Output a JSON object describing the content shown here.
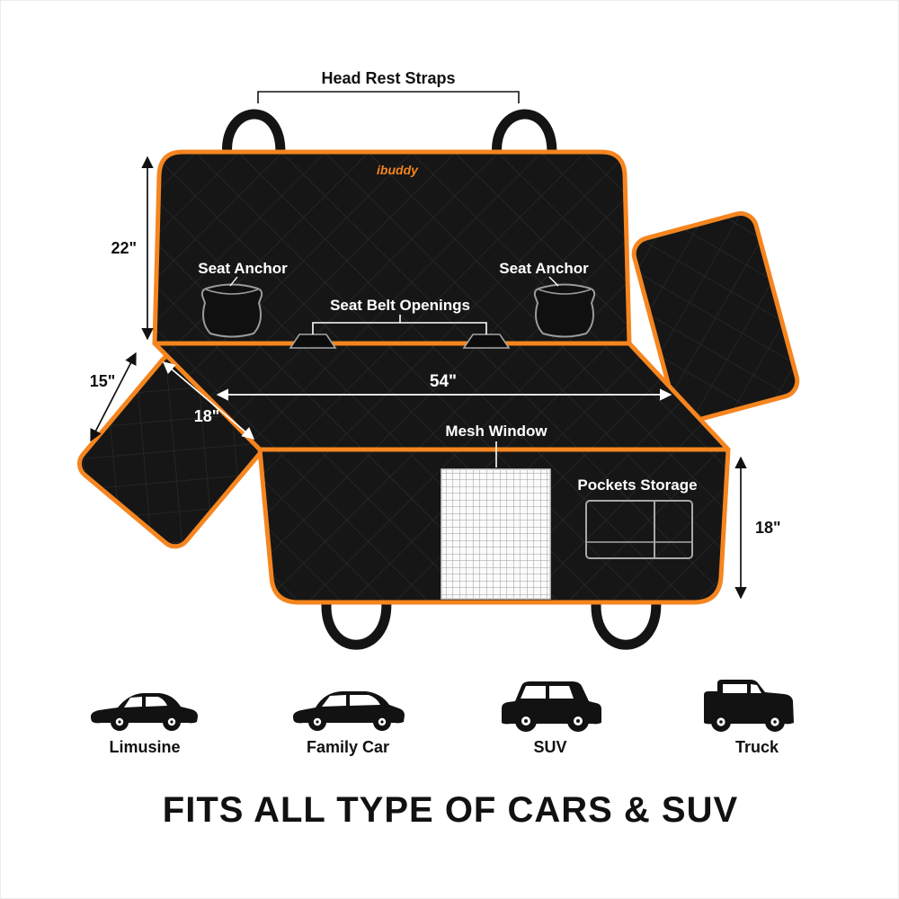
{
  "diagram": {
    "labels": {
      "head_rest_straps": "Head Rest Straps",
      "seat_anchor": "Seat Anchor",
      "seat_belt_openings": "Seat Belt Openings",
      "mesh_window": "Mesh Window",
      "pockets_storage": "Pockets Storage",
      "brand": "ibuddy"
    },
    "dimensions": {
      "back_height": "22\"",
      "side_flap_depth": "15\"",
      "flap_width": "18\"",
      "seat_width": "54\"",
      "rear_height": "18\""
    },
    "colors": {
      "cover_black": "#161616",
      "trim_orange": "#f5851f",
      "label_white": "#ffffff",
      "text_black": "#111111"
    }
  },
  "vehicles": [
    {
      "label": "Limusine",
      "icon": "sedan-car-icon"
    },
    {
      "label": "Family Car",
      "icon": "family-car-icon"
    },
    {
      "label": "SUV",
      "icon": "suv-icon"
    },
    {
      "label": "Truck",
      "icon": "truck-icon"
    }
  ],
  "footer": {
    "heading": "FITS ALL TYPE OF CARS & SUV"
  }
}
